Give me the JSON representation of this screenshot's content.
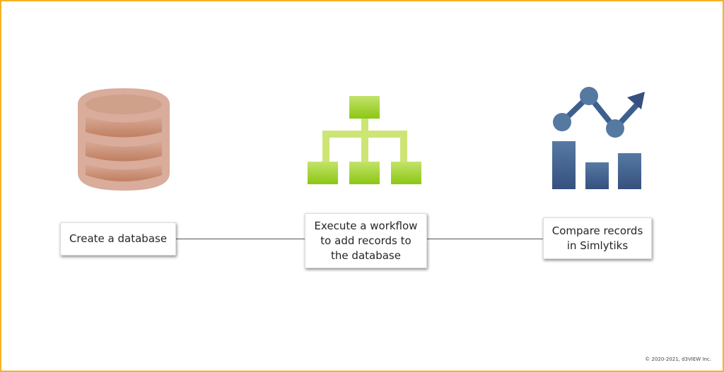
{
  "steps": [
    {
      "label": "Create a database",
      "icon": "database-icon"
    },
    {
      "label": "Execute a workflow\nto add records to\nthe database",
      "icon": "workflow-hierarchy-icon"
    },
    {
      "label": "Compare records\nin Simlytiks",
      "icon": "analytics-chart-icon"
    }
  ],
  "footer": {
    "copyright": "© 2020-2021, d3VIEW Inc."
  },
  "colors": {
    "border": "#F5B324",
    "database": "#C8876A",
    "workflow": "#9ACD2A",
    "analytics": "#3F5E8C"
  }
}
